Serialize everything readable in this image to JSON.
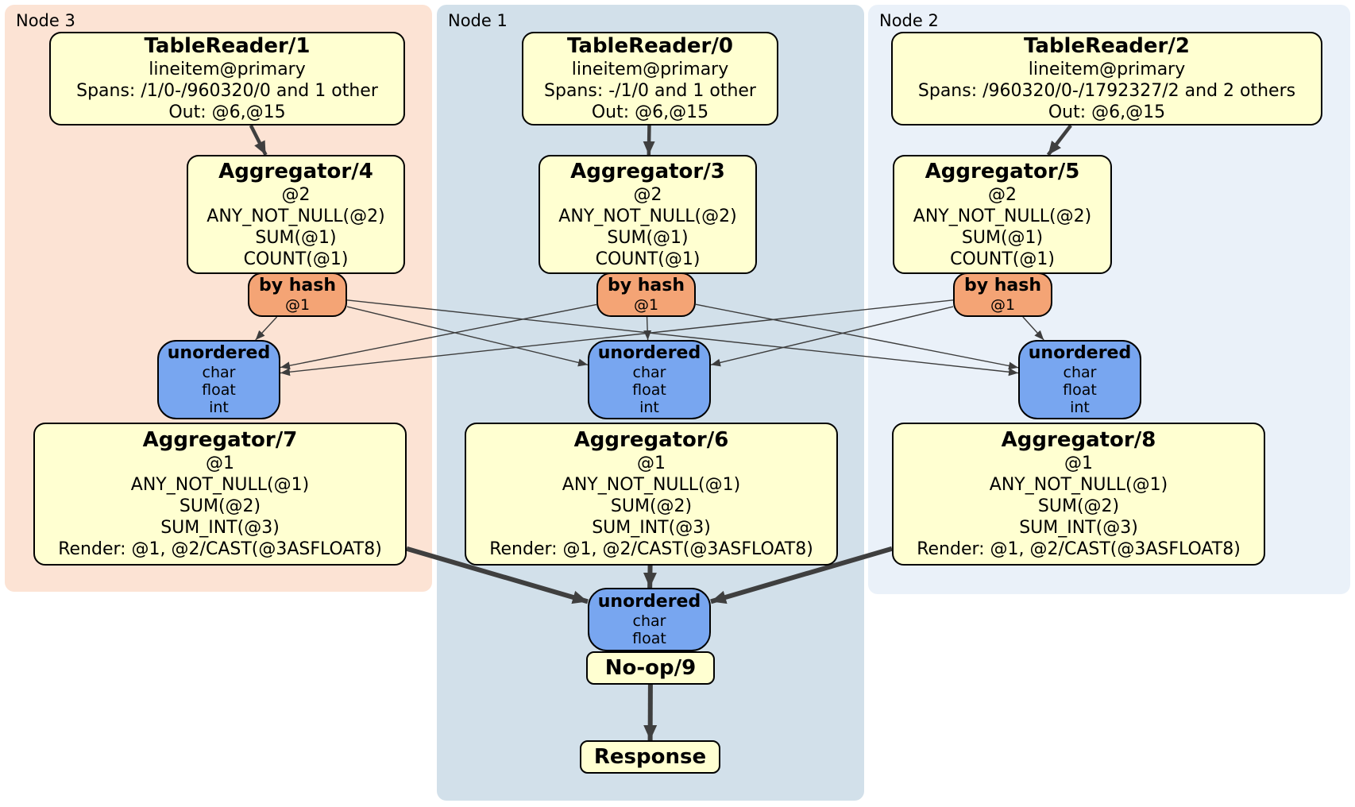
{
  "diagram": {
    "regions": [
      {
        "label": "Node 3",
        "color": "#fce3d4"
      },
      {
        "label": "Node 1",
        "color": "#d2e0ea"
      },
      {
        "label": "Node 2",
        "color": "#eaf1f9"
      }
    ],
    "colors": {
      "processor_fill": "#ffffd1",
      "router_fill": "#f4a475",
      "sync_fill": "#78a6f0",
      "border": "#000000",
      "edge": "#3f3f3f"
    },
    "boxes": {
      "tablereader1": {
        "title": "TableReader/1",
        "lines": [
          "lineitem@primary",
          "Spans: /1/0-/960320/0 and 1 other",
          "Out: @6,@15"
        ]
      },
      "tablereader0": {
        "title": "TableReader/0",
        "lines": [
          "lineitem@primary",
          "Spans: -/1/0 and 1 other",
          "Out: @6,@15"
        ]
      },
      "tablereader2": {
        "title": "TableReader/2",
        "lines": [
          "lineitem@primary",
          "Spans: /960320/0-/1792327/2 and 2 others",
          "Out: @6,@15"
        ]
      },
      "aggregator4": {
        "title": "Aggregator/4",
        "lines": [
          "@2",
          "ANY_NOT_NULL(@2)",
          "SUM(@1)",
          "COUNT(@1)"
        ]
      },
      "aggregator3": {
        "title": "Aggregator/3",
        "lines": [
          "@2",
          "ANY_NOT_NULL(@2)",
          "SUM(@1)",
          "COUNT(@1)"
        ]
      },
      "aggregator5": {
        "title": "Aggregator/5",
        "lines": [
          "@2",
          "ANY_NOT_NULL(@2)",
          "SUM(@1)",
          "COUNT(@1)"
        ]
      },
      "hash4": {
        "title": "by hash",
        "sub": "@1"
      },
      "hash3": {
        "title": "by hash",
        "sub": "@1"
      },
      "hash5": {
        "title": "by hash",
        "sub": "@1"
      },
      "sync7": {
        "title": "unordered",
        "lines": [
          "char",
          "float",
          "int"
        ]
      },
      "sync6": {
        "title": "unordered",
        "lines": [
          "char",
          "float",
          "int"
        ]
      },
      "sync8": {
        "title": "unordered",
        "lines": [
          "char",
          "float",
          "int"
        ]
      },
      "aggregator7": {
        "title": "Aggregator/7",
        "lines": [
          "@1",
          "ANY_NOT_NULL(@1)",
          "SUM(@2)",
          "SUM_INT(@3)",
          "Render: @1, @2/CAST(@3ASFLOAT8)"
        ]
      },
      "aggregator6": {
        "title": "Aggregator/6",
        "lines": [
          "@1",
          "ANY_NOT_NULL(@1)",
          "SUM(@2)",
          "SUM_INT(@3)",
          "Render: @1, @2/CAST(@3ASFLOAT8)"
        ]
      },
      "aggregator8": {
        "title": "Aggregator/8",
        "lines": [
          "@1",
          "ANY_NOT_NULL(@1)",
          "SUM(@2)",
          "SUM_INT(@3)",
          "Render: @1, @2/CAST(@3ASFLOAT8)"
        ]
      },
      "syncFinal": {
        "title": "unordered",
        "lines": [
          "char",
          "float"
        ]
      },
      "noop9": {
        "title": "No-op/9"
      },
      "response": {
        "title": "Response"
      }
    },
    "edges": [
      {
        "from": "tablereader-1-box",
        "to": "aggregator-4-box",
        "type": "medium"
      },
      {
        "from": "tablereader-0-box",
        "to": "aggregator-3-box",
        "type": "medium"
      },
      {
        "from": "tablereader-2-box",
        "to": "aggregator-5-box",
        "type": "medium"
      },
      {
        "from": "hash-router-4",
        "to": "sync-unordered-7",
        "type": "thin"
      },
      {
        "from": "hash-router-4",
        "to": "sync-unordered-6",
        "type": "thin"
      },
      {
        "from": "hash-router-4",
        "to": "sync-unordered-8",
        "type": "thin"
      },
      {
        "from": "hash-router-3",
        "to": "sync-unordered-7",
        "type": "thin"
      },
      {
        "from": "hash-router-3",
        "to": "sync-unordered-6",
        "type": "thin"
      },
      {
        "from": "hash-router-3",
        "to": "sync-unordered-8",
        "type": "thin"
      },
      {
        "from": "hash-router-5",
        "to": "sync-unordered-7",
        "type": "thin"
      },
      {
        "from": "hash-router-5",
        "to": "sync-unordered-6",
        "type": "thin"
      },
      {
        "from": "hash-router-5",
        "to": "sync-unordered-8",
        "type": "thin"
      },
      {
        "from": "aggregator-7-box",
        "to": "sync-unordered-final",
        "type": "thick"
      },
      {
        "from": "aggregator-6-box",
        "to": "sync-unordered-final",
        "type": "thick"
      },
      {
        "from": "aggregator-8-box",
        "to": "sync-unordered-final",
        "type": "thick"
      },
      {
        "from": "noop-9-box",
        "to": "response-box",
        "type": "thick"
      }
    ]
  }
}
